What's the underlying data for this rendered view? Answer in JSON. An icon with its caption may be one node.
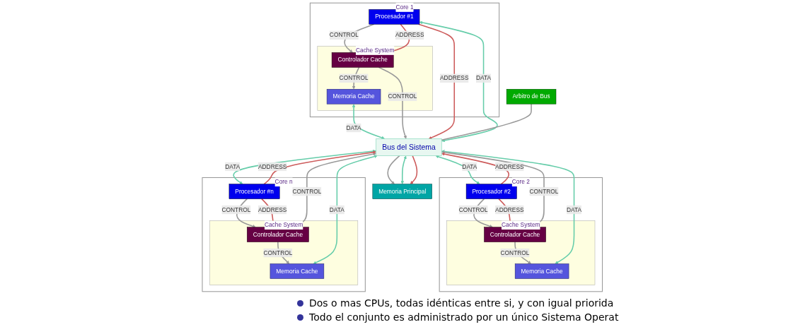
{
  "diagram": {
    "nodes": [
      {
        "text": [
          "Core 1"
        ]
      },
      {
        "text": [
          "Procesador #1"
        ],
        "in": 0
      },
      {
        "text": [
          "Cache System"
        ],
        "in": 0
      },
      {
        "text": [
          "Memoria Cache"
        ],
        "in": 2
      },
      {
        "text": [
          "Controlador Cache"
        ],
        "in": 2
      },
      {
        "text": [
          "Core 2"
        ]
      },
      {
        "text": [
          "Procesador #2"
        ],
        "in": 5
      },
      {
        "text": [
          "Cache System"
        ],
        "in": 5
      },
      {
        "text": [
          "Memoria Cache"
        ],
        "in": 7
      },
      {
        "text": [
          "Controlador Cache"
        ],
        "in": 7
      },
      {
        "text": [
          "Core n"
        ]
      },
      {
        "text": [
          "Procesador #n"
        ],
        "in": 10
      },
      {
        "text": [
          "Cache System"
        ],
        "in": 10
      },
      {
        "text": [
          "Memoria Cache"
        ],
        "in": 12
      },
      {
        "text": [
          "Controlador Cache"
        ],
        "in": 12
      },
      {
        "text": [
          "Arbitro de Bus"
        ]
      },
      {
        "text": [
          "Bus del Sistema"
        ]
      },
      {
        "text": [
          "Memoria Principal"
        ]
      }
    ],
    "edges": [
      {
        "from": 1,
        "to": 4,
        "arrow": "to",
        "label": "CONTROL",
        "color": "#999999"
      },
      {
        "from": 1,
        "to": 4,
        "arrow": "to",
        "label": "ADDRESS",
        "color": "#cd5c5c"
      },
      {
        "from": 4,
        "to": 3,
        "arrow": "to",
        "label": "CONTROL",
        "color": "#999999"
      },
      {
        "from": 3,
        "to": 16,
        "arrow": "both",
        "label": "DATA",
        "color": "#66cdaa"
      },
      {
        "from": 4,
        "to": 16,
        "arrow": "to",
        "label": "CONTROL",
        "color": "#999999"
      },
      {
        "from": 16,
        "to": 1,
        "arrow": "both",
        "label": "DATA",
        "color": "#66cdaa"
      },
      {
        "from": 1,
        "to": 16,
        "arrow": "to",
        "label": "ADDRESS",
        "color": "#cd5c5c"
      },
      {
        "from": 6,
        "to": 9,
        "arrow": "to",
        "label": "CONTROL",
        "color": "#999999"
      },
      {
        "from": 6,
        "to": 9,
        "arrow": "to",
        "label": "ADDRESS",
        "color": "#cd5c5c"
      },
      {
        "from": 9,
        "to": 8,
        "arrow": "to",
        "label": "CONTROL",
        "color": "#999999"
      },
      {
        "from": 8,
        "to": 16,
        "arrow": "both",
        "label": "DATA",
        "color": "#66cdaa"
      },
      {
        "from": 9,
        "to": 16,
        "arrow": "to",
        "label": "CONTROL",
        "color": "#999999"
      },
      {
        "from": 16,
        "to": 6,
        "arrow": "both",
        "label": "DATA",
        "color": "#66cdaa"
      },
      {
        "from": 6,
        "to": 16,
        "arrow": "to",
        "label": "ADDRESS",
        "color": "#cd5c5c"
      },
      {
        "from": 11,
        "to": 14,
        "arrow": "to",
        "label": "CONTROL",
        "color": "#999999"
      },
      {
        "from": 11,
        "to": 14,
        "arrow": "to",
        "label": "ADDRESS",
        "color": "#cd5c5c"
      },
      {
        "from": 14,
        "to": 13,
        "arrow": "to",
        "label": "CONTROL",
        "color": "#999999"
      },
      {
        "from": 13,
        "to": 16,
        "arrow": "both",
        "label": "DATA",
        "color": "#66cdaa"
      },
      {
        "from": 14,
        "to": 16,
        "arrow": "to",
        "label": "CONTROL",
        "color": "#999999"
      },
      {
        "from": 16,
        "to": 11,
        "arrow": "both",
        "label": "DATA",
        "color": "#66cdaa"
      },
      {
        "from": 11,
        "to": 16,
        "arrow": "to",
        "label": "ADDRESS",
        "color": "#cd5c5c"
      },
      {
        "from": 15,
        "to": 16,
        "arrow": "none",
        "color": "#999999"
      },
      {
        "from": 16,
        "to": 17,
        "arrow": "to",
        "color": "#999999"
      },
      {
        "from": 16,
        "to": 17,
        "arrow": "both",
        "color": "#66cdaa"
      },
      {
        "from": 16,
        "to": 17,
        "arrow": "to",
        "color": "#cd5c5c"
      }
    ],
    "labels": [
      "Dos o mas CPUs, todas idénticas entre si, y con igual priorida",
      "Todo el conjunto es administrado por un único Sistema Operat"
    ]
  }
}
